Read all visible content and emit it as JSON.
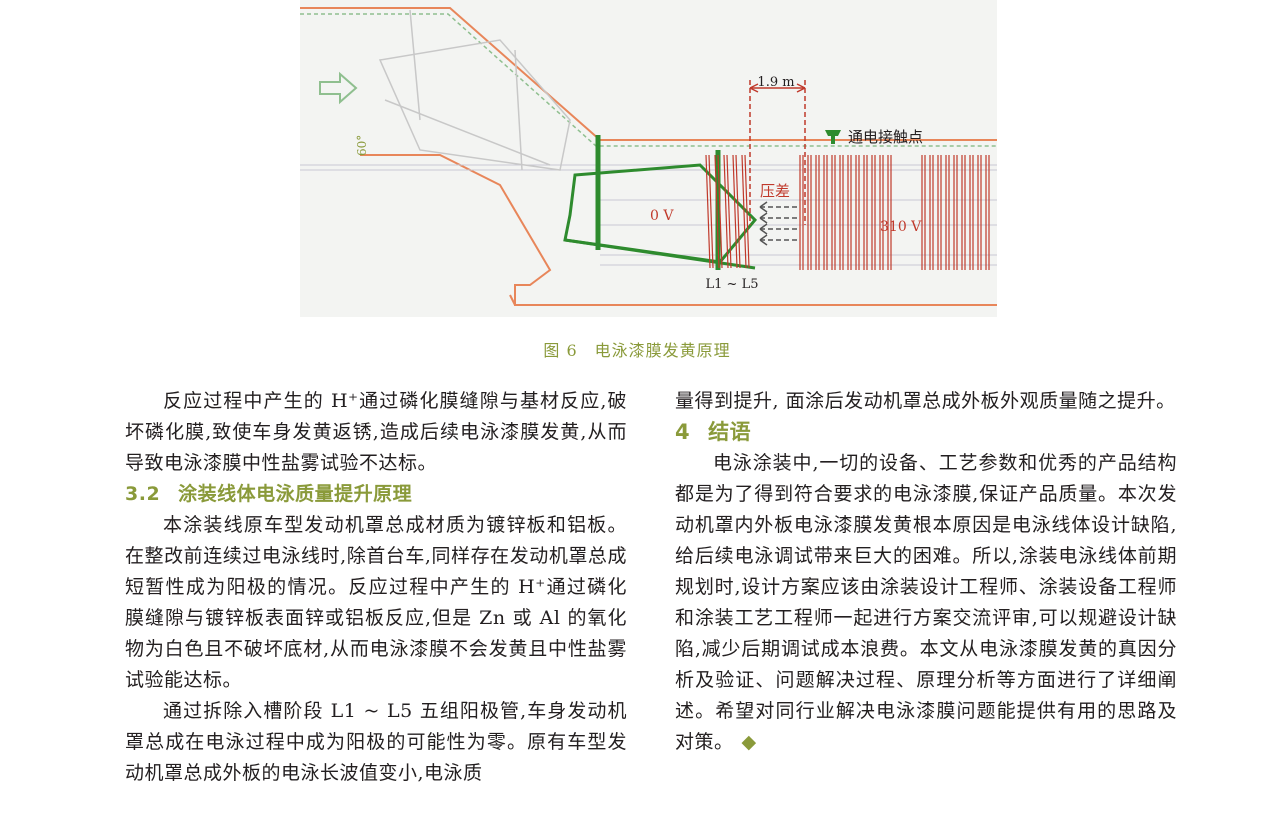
{
  "figure": {
    "labels": {
      "dimension": "1.9 m",
      "contact": "通电接触点",
      "angle": "60°",
      "zero_volt": "0 V",
      "pressure_diff": "压差",
      "volt_310": "310 V",
      "anode_range": "L1 ~ L5"
    },
    "caption": "图 6　电泳漆膜发黄原理",
    "colors": {
      "tank": "#e8865a",
      "body": "#2e8b2e",
      "anode": "#c0392b",
      "accent": "#8a9a3a"
    }
  },
  "left_column": {
    "p1": "反应过程中产生的 H⁺通过磷化膜缝隙与基材反应,破坏磷化膜,致使车身发黄返锈,造成后续电泳漆膜发黄,从而导致电泳漆膜中性盐雾试验不达标。",
    "section_num": "3.2",
    "section_title": "涂装线体电泳质量提升原理",
    "p2": "本涂装线原车型发动机罩总成材质为镀锌板和铝板。在整改前连续过电泳线时,除首台车,同样存在发动机罩总成短暂性成为阳极的情况。反应过程中产生的 H⁺通过磷化膜缝隙与镀锌板表面锌或铝板反应,但是 Zn 或 Al 的氧化物为白色且不破坏底材,从而电泳漆膜不会发黄且中性盐雾试验能达标。",
    "p3": "通过拆除入槽阶段 L1 ~ L5 五组阳极管,车身发动机罩总成在电泳过程中成为阳极的可能性为零。原有车型发动机罩总成外板的电泳长波值变小,电泳质"
  },
  "right_column": {
    "p1": "量得到提升, 面涂后发动机罩总成外板外观质量随之提升。",
    "section_num": "4",
    "section_title": "结语",
    "p2": "电泳涂装中,一切的设备、工艺参数和优秀的产品结构都是为了得到符合要求的电泳漆膜,保证产品质量。本次发动机罩内外板电泳漆膜发黄根本原因是电泳线体设计缺陷,给后续电泳调试带来巨大的困难。所以,涂装电泳线体前期规划时,设计方案应该由涂装设计工程师、涂装设备工程师和涂装工艺工程师一起进行方案交流评审,可以规避设计缺陷,减少后期调试成本浪费。本文从电泳漆膜发黄的真因分析及验证、问题解决过程、原理分析等方面进行了详细阐述。希望对同行业解决电泳漆膜问题能提供有用的思路及对策。",
    "end_mark": "◆"
  }
}
